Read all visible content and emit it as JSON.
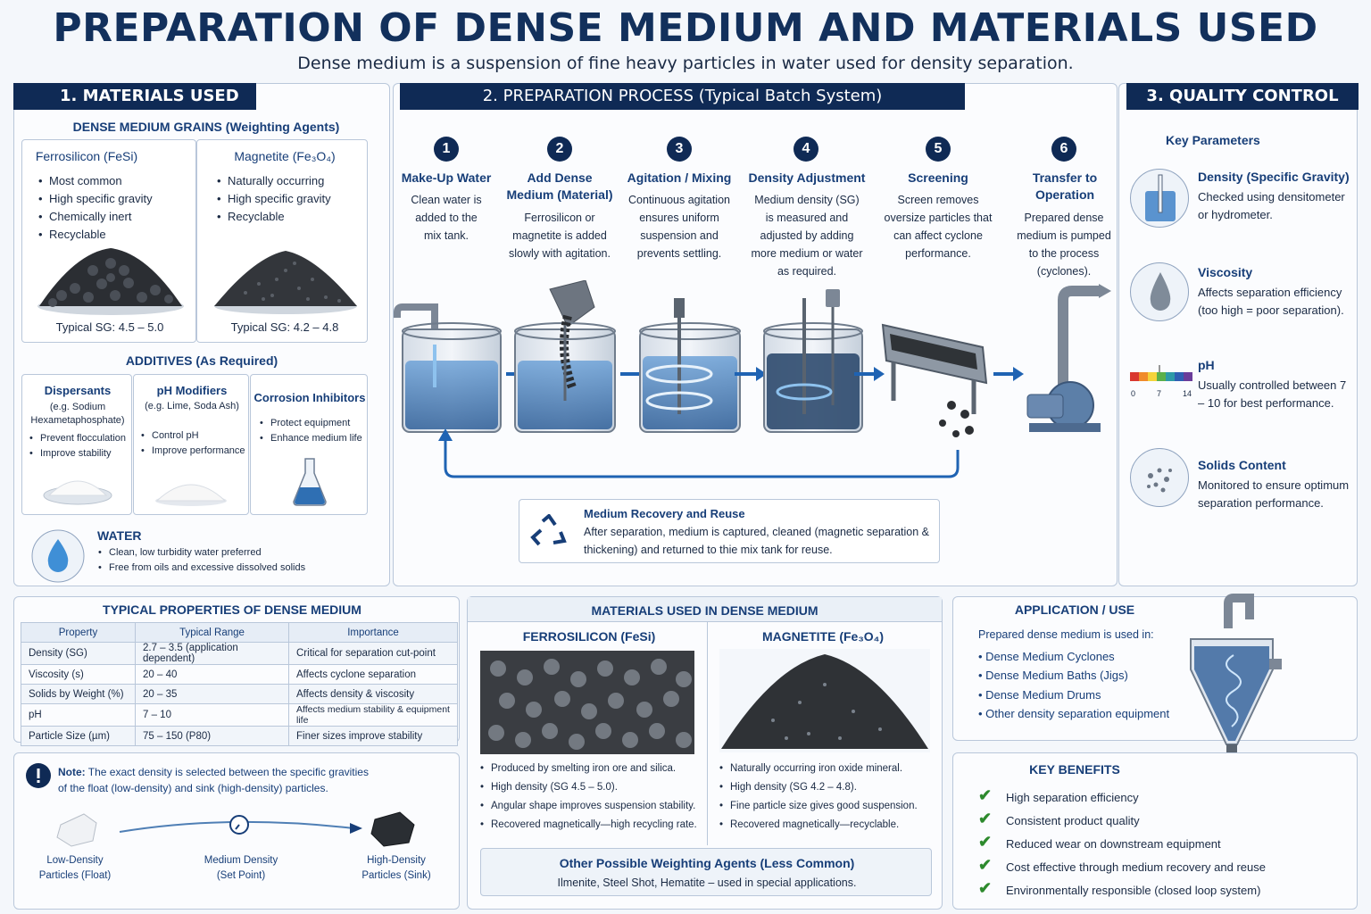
{
  "header": {
    "title": "PREPARATION OF DENSE MEDIUM AND MATERIALS USED",
    "subtitle": "Dense medium is a suspension of fine heavy particles in water used for density separation."
  },
  "materials": {
    "heading": "1. MATERIALS USED",
    "grains_heading": "DENSE MEDIUM GRAINS (Weighting Agents)",
    "ferrosilicon": {
      "title": "Ferrosilicon (FeSi)",
      "bullets": [
        "Most common",
        "High specific gravity",
        "Chemically inert",
        "Recyclable"
      ],
      "sg": "Typical SG: 4.5 – 5.0"
    },
    "magnetite": {
      "title": "Magnetite (Fe₃O₄)",
      "bullets": [
        "Naturally occurring",
        "High specific gravity",
        "Recyclable"
      ],
      "sg": "Typical SG: 4.2 – 4.8"
    },
    "additives_heading": "ADDITIVES (As Required)",
    "dispersants": {
      "title": "Dispersants",
      "sub": "(e.g. Sodium Hexametaphosphate)",
      "bullets": [
        "Prevent flocculation",
        "Improve stability"
      ]
    },
    "ph_modifiers": {
      "title": "pH Modifiers",
      "sub": "(e.g. Lime, Soda Ash)",
      "bullets": [
        "Control pH",
        "Improve performance"
      ]
    },
    "corrosion": {
      "title": "Corrosion Inhibitors",
      "bullets": [
        "Protect equipment",
        "Enhance medium life"
      ]
    },
    "water": {
      "title": "WATER",
      "bullets": [
        "Clean, low turbidity water preferred",
        "Free from oils and excessive dissolved solids"
      ]
    }
  },
  "process": {
    "heading": "2. PREPARATION PROCESS (Typical Batch System)",
    "steps": [
      {
        "num": "1",
        "title": "Make-Up Water",
        "text": "Clean water is added to the mix tank."
      },
      {
        "num": "2",
        "title": "Add Dense Medium (Material)",
        "text": "Ferrosilicon or magnetite is added slowly with agitation."
      },
      {
        "num": "3",
        "title": "Agitation / Mixing",
        "text": "Continuous agitation ensures uniform suspension and prevents settling."
      },
      {
        "num": "4",
        "title": "Density Adjustment",
        "text": "Medium density (SG) is measured and adjusted by adding more medium or water as required."
      },
      {
        "num": "5",
        "title": "Screening",
        "text": "Screen removes oversize particles that can affect cyclone performance."
      },
      {
        "num": "6",
        "title": "Transfer to Operation",
        "text": "Prepared dense medium is pumped to the process (cyclones)."
      }
    ],
    "recovery": {
      "title": "Medium Recovery and Reuse",
      "text": "After separation, medium is captured, cleaned (magnetic separation & thickening) and returned to thie mix tank for reuse."
    }
  },
  "quality": {
    "heading": "3. QUALITY CONTROL",
    "key": "Key Parameters",
    "items": [
      {
        "title": "Density (Specific Gravity)",
        "text": "Checked using densitometer or hydrometer."
      },
      {
        "title": "Viscosity",
        "text": "Affects separation efficiency (too high = poor separation)."
      },
      {
        "title": "pH",
        "text": "Usually controlled between 7 – 10 for best performance."
      },
      {
        "title": "Solids Content",
        "text": "Monitored to ensure optimum separation performance."
      }
    ],
    "ph_scale": [
      "0",
      "7",
      "14"
    ]
  },
  "properties": {
    "heading": "TYPICAL PROPERTIES OF DENSE MEDIUM",
    "columns": [
      "Property",
      "Typical Range",
      "Importance"
    ],
    "rows": [
      [
        "Density (SG)",
        "2.7 – 3.5 (application dependent)",
        "Critical for separation cut-point"
      ],
      [
        "Viscosity (s)",
        "20 – 40",
        "Affects cyclone separation"
      ],
      [
        "Solids by Weight (%)",
        "20 – 35",
        "Affects density & viscosity"
      ],
      [
        "pH",
        "7 – 10",
        "Affects medium stability & equipment life"
      ],
      [
        "Particle Size (µm)",
        "75 – 150 (P80)",
        "Finer sizes improve stability"
      ]
    ]
  },
  "note": {
    "label": "Note:",
    "text": "The exact density is selected between the specific gravities of the float (low-density) and sink (high-density) particles.",
    "low": "Low-Density Particles (Float)",
    "medium": "Medium Density (Set Point)",
    "high": "High-Density Particles (Sink)"
  },
  "materials_used": {
    "heading": "MATERIALS USED IN DENSE MEDIUM",
    "fesi_title": "FERROSILICON (FeSi)",
    "fesi_bullets": [
      "Produced by smelting iron ore and silica.",
      "High density (SG 4.5 – 5.0).",
      "Angular shape improves suspension stability.",
      "Recovered magnetically—high recycling rate."
    ],
    "mag_title": "MAGNETITE (Fe₃O₄)",
    "mag_bullets": [
      "Naturally occurring iron oxide mineral.",
      "High density (SG 4.2 – 4.8).",
      "Fine particle size gives good suspension.",
      "Recovered magnetically—recyclable."
    ],
    "other_title": "Other Possible Weighting Agents (Less Common)",
    "other_text": "Ilmenite, Steel Shot, Hematite – used in special applications."
  },
  "application": {
    "heading": "APPLICATION / USE",
    "intro": "Prepared dense medium is used in:",
    "items": [
      "Dense Medium Cyclones",
      "Dense Medium Baths (Jigs)",
      "Dense Medium Drums",
      "Other density separation equipment"
    ]
  },
  "benefits": {
    "heading": "KEY BENEFITS",
    "items": [
      "High separation efficiency",
      "Consistent product quality",
      "Reduced wear on downstream equipment",
      "Cost effective through medium recovery and reuse",
      "Environmentally responsible (closed loop system)"
    ]
  },
  "colors": {
    "navy": "#0f2a55",
    "accent": "#173e78",
    "water": "#4a86c5",
    "check": "#2d8a2d"
  }
}
